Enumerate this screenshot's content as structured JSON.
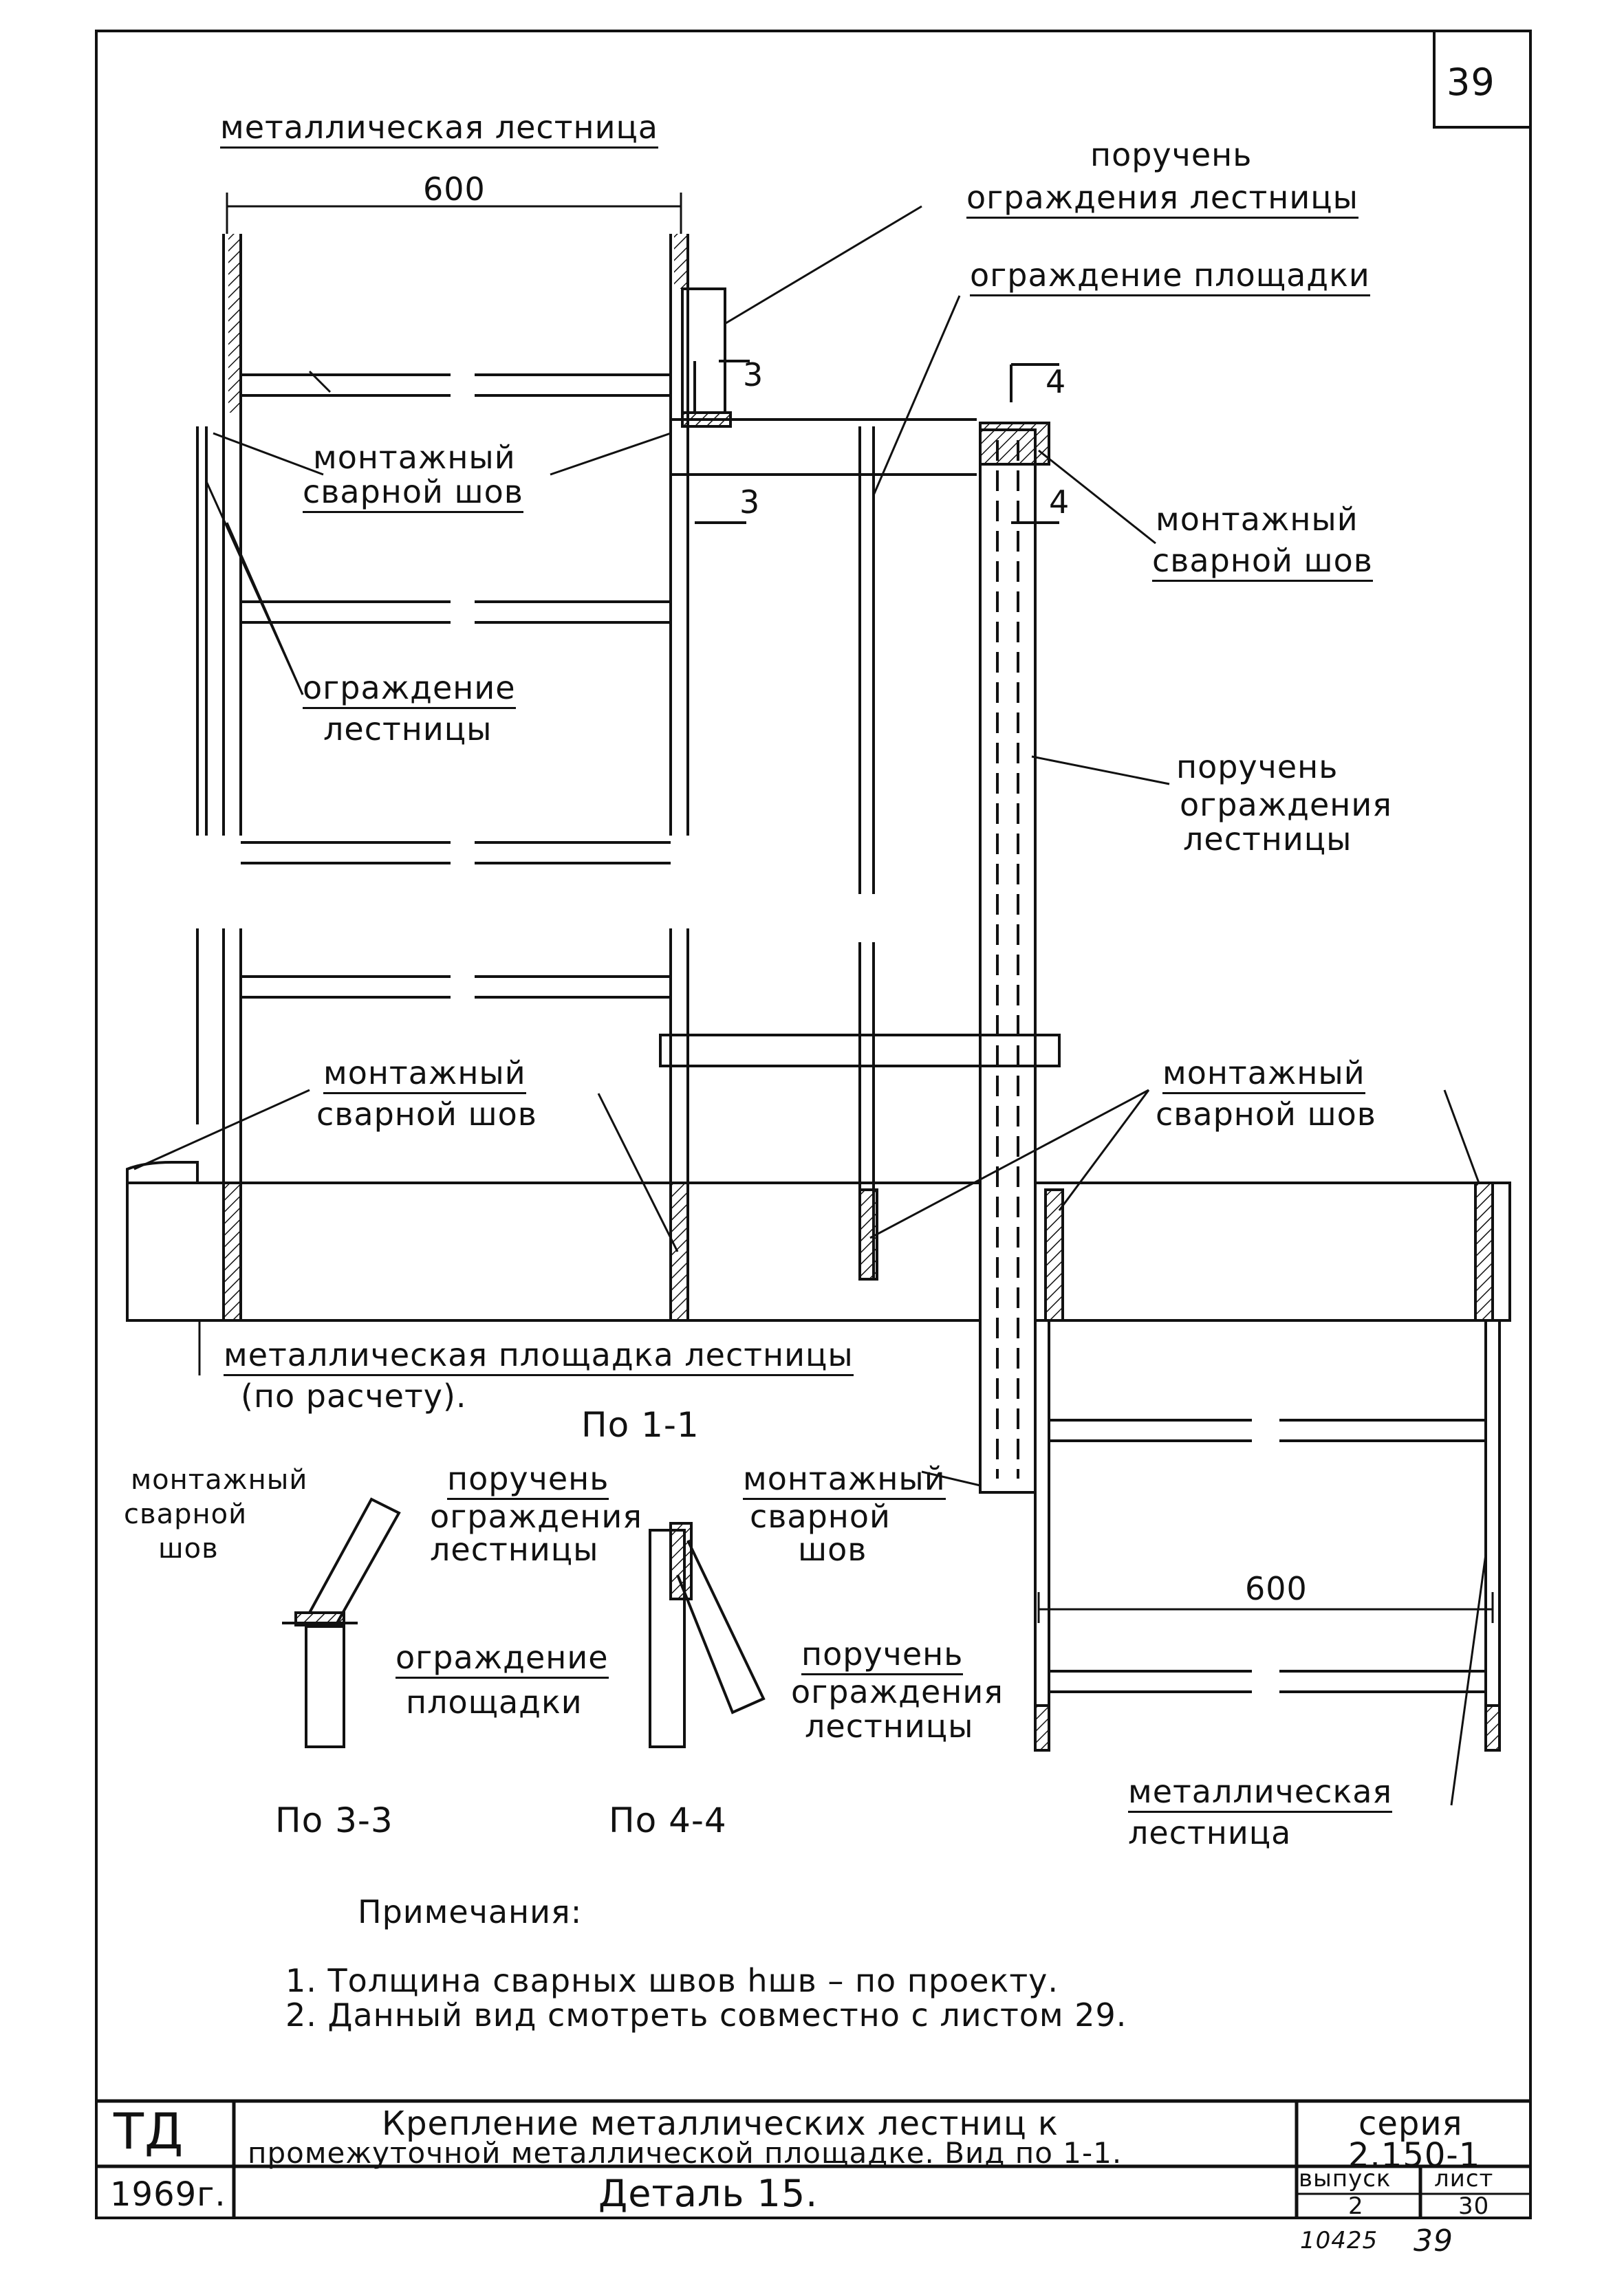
{
  "sheet_number": "39",
  "dimension_width": "600",
  "section_marks": {
    "s3": "3",
    "s4": "4"
  },
  "main_view": {
    "ladder_top": "металлическая лестница",
    "handrail_top_1": "поручень",
    "handrail_top_2": "ограждения лестницы",
    "platform_rail": "ограждение площадки",
    "weld_a_1": "монтажный",
    "weld_a_2": "сварной шов",
    "weld_b_1": "монтажный",
    "weld_b_2": "сварной шов",
    "ladder_guard_1": "ограждение",
    "ladder_guard_2": "лестницы",
    "handrail_right_1": "поручень",
    "handrail_right_2": "ограждения",
    "handrail_right_3": "лестницы",
    "weld_c_1": "монтажный",
    "weld_c_2": "сварной шов",
    "weld_d_1": "монтажный",
    "weld_d_2": "сварной шов",
    "platform_1": "металлическая площадка лестницы",
    "platform_2": "(по расчету).",
    "view_title": "По 1-1",
    "ladder_bottom_1": "металлическая",
    "ladder_bottom_2": "лестница"
  },
  "section_33": {
    "weld_1": "монтажный",
    "weld_2": "сварной",
    "weld_3": "шов",
    "handrail_1": "поручень",
    "handrail_2": "ограждения",
    "handrail_3": "лестницы",
    "rail_1": "ограждение",
    "rail_2": "площадки",
    "title": "По 3-3"
  },
  "section_44": {
    "weld_1": "монтажный",
    "weld_2": "сварной",
    "weld_3": "шов",
    "handrail_1": "поручень",
    "handrail_2": "ограждения",
    "handrail_3": "лестницы",
    "title": "По 4-4"
  },
  "notes": {
    "heading": "Примечания:",
    "items": [
      "1. Толщина сварных швов hшв – по проекту.",
      "2. Данный вид смотреть совместно с листом 29."
    ]
  },
  "title_block": {
    "org": "ТД",
    "title_1": "Крепление металлических лестниц к",
    "title_2": "промежуточной металлической площадке. Вид по 1-1.",
    "series_label": "серия",
    "series_value": "2.150-1",
    "year": "1969г.",
    "detail": "Деталь 15.",
    "issue_label": "выпуск",
    "issue_value": "2",
    "sheet_label": "лист",
    "sheet_value": "30",
    "footer_left": "10425",
    "footer_right": "39"
  }
}
